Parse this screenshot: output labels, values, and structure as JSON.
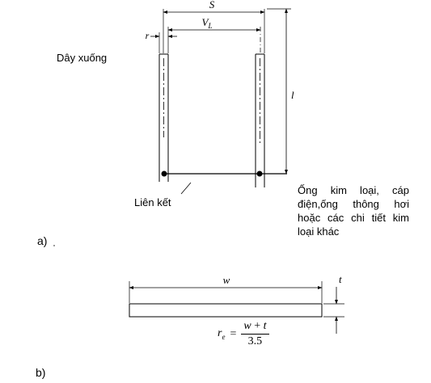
{
  "figure_a": {
    "dim_s": "S",
    "dim_vl_base": "V",
    "dim_vl_sub": "L",
    "dim_r": "r",
    "dim_l": "l",
    "label_day_xuong": "Dây xuống",
    "label_lien_ket": "Liên kết",
    "label_ong_kim_loai": "Ống kim loại, cáp điện,ống thông hơi hoặc các chi tiết kim loại khác",
    "caption": "a)"
  },
  "figure_b": {
    "dim_w": "w",
    "dim_t": "t",
    "formula": {
      "lhs_base": "r",
      "lhs_sub": "e",
      "equals": "=",
      "num_w": "w",
      "num_plus": "+",
      "num_t": "t",
      "denominator": "3.5"
    },
    "caption": "b)"
  }
}
